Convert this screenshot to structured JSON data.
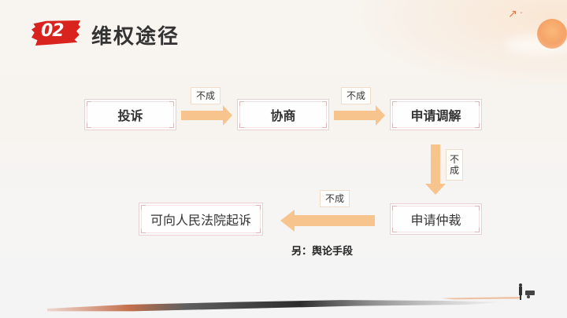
{
  "slide": {
    "section_number": "02",
    "title": "维权途径",
    "accent_color": "#d8231e",
    "arrow_color": "#f8c48e"
  },
  "flow": {
    "nodes": [
      {
        "id": "complaint",
        "label": "投诉"
      },
      {
        "id": "negotiate",
        "label": "协商"
      },
      {
        "id": "mediation",
        "label": "申请调解"
      },
      {
        "id": "arbitration",
        "label": "申请仲裁"
      },
      {
        "id": "lawsuit",
        "label": "可向人民法院起诉"
      }
    ],
    "edges": [
      {
        "from": "complaint",
        "to": "negotiate",
        "label": "不成"
      },
      {
        "from": "negotiate",
        "to": "mediation",
        "label": "不成"
      },
      {
        "from": "mediation",
        "to": "arbitration",
        "label_line1": "不",
        "label_line2": "成"
      },
      {
        "from": "arbitration",
        "to": "lawsuit",
        "label": "不成"
      }
    ],
    "note": "另：舆论手段"
  }
}
